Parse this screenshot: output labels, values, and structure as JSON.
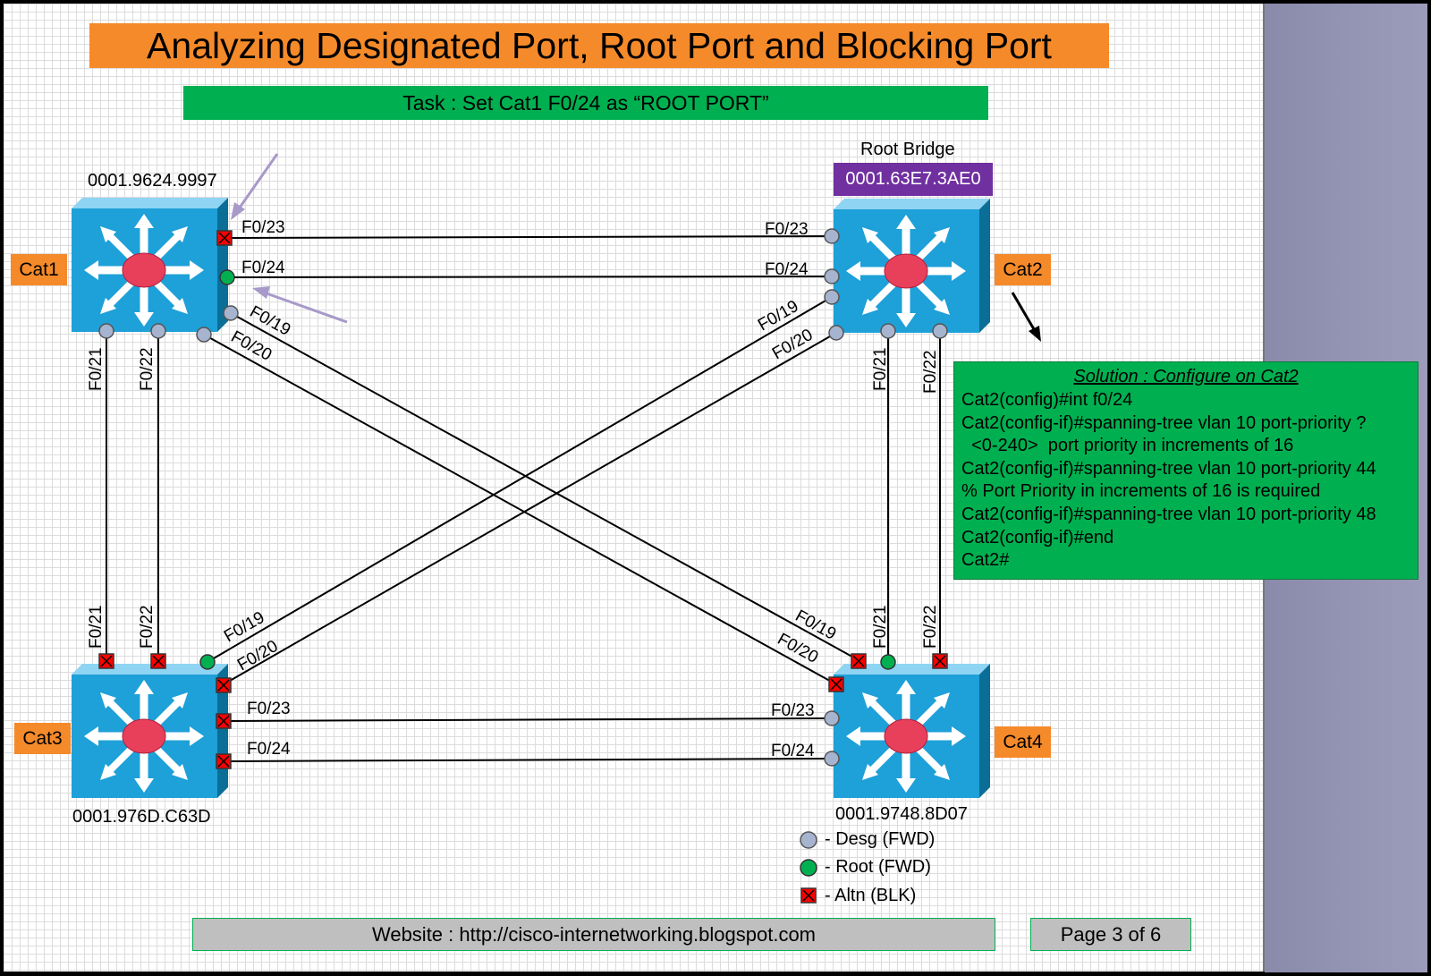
{
  "title": "Analyzing Designated Port, Root Port and Blocking Port",
  "task": "Task : Set Cat1 F0/24 as “ROOT PORT”",
  "root_bridge_label": "Root Bridge",
  "switches": {
    "cat1": {
      "name": "Cat1",
      "mac": "0001.9624.9997"
    },
    "cat2": {
      "name": "Cat2",
      "mac": "0001.63E7.3AE0"
    },
    "cat3": {
      "name": "Cat3",
      "mac": "0001.976D.C63D"
    },
    "cat4": {
      "name": "Cat4",
      "mac": "0001.9748.8D07"
    }
  },
  "ports": {
    "f023": "F0/23",
    "f024": "F0/24",
    "f019": "F0/19",
    "f020": "F0/20",
    "f021": "F0/21",
    "f022": "F0/22"
  },
  "solution": {
    "title": "Solution : Configure on Cat2",
    "lines": [
      "Cat2(config)#int f0/24",
      "Cat2(config-if)#spanning-tree vlan 10 port-priority ?",
      "  <0-240>  port priority in increments of 16",
      "Cat2(config-if)#spanning-tree vlan 10 port-priority 44",
      "% Port Priority in increments of 16 is required",
      "Cat2(config-if)#spanning-tree vlan 10 port-priority 48",
      "Cat2(config-if)#end",
      "Cat2#"
    ]
  },
  "legend": {
    "desg": "- Desg (FWD)",
    "root": "- Root (FWD)",
    "altn": "- Altn (BLK)"
  },
  "colors": {
    "desg": "#a6b4cf",
    "root": "#00b050",
    "altn": "#ff0000",
    "switch": "#1ea0d8",
    "orange": "#f58a2a",
    "green": "#00b050",
    "purple": "#7030a0"
  },
  "footer": {
    "website": "Website : http://cisco-internetworking.blogspot.com",
    "page": "Page 3 of 6"
  }
}
